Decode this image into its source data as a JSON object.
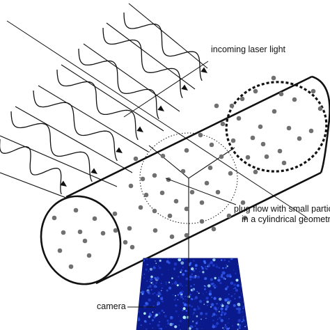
{
  "labels": {
    "laser": "incoming laser light",
    "plug_line1": "plug flow with small partic",
    "plug_line2": "in a cylindrical geometr",
    "camera": "camera"
  },
  "colors": {
    "line": "#111111",
    "particle": "#707070",
    "camera_dark": "#0a1a8c",
    "camera_mid": "#1e44d8",
    "camera_bright": "#8fe8ff"
  },
  "icons": [
    "wave-arrow-icon",
    "particle-dot-icon"
  ]
}
